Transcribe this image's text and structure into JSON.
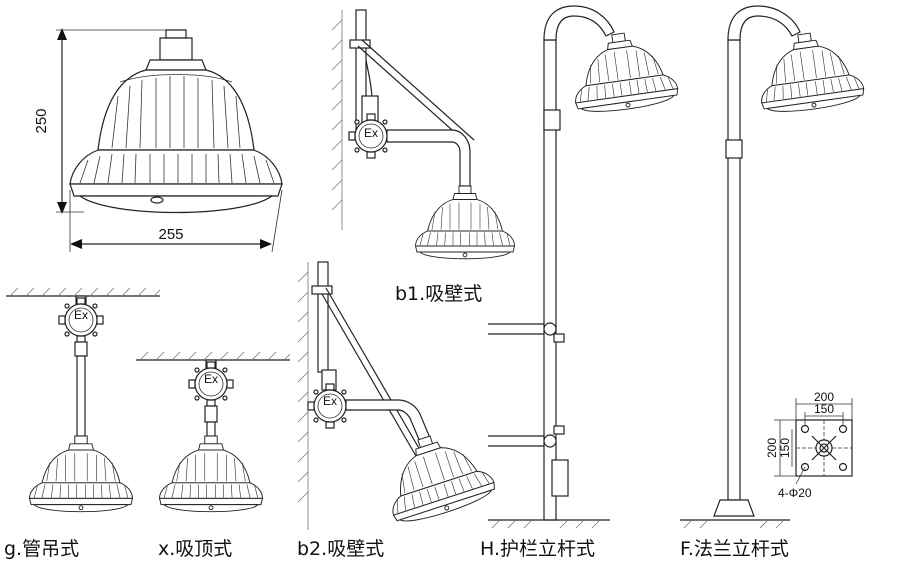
{
  "dimensions": {
    "height": "250",
    "width": "255"
  },
  "captions": {
    "b1": "b1.吸壁式",
    "g": "g.管吊式",
    "x": "x.吸顶式",
    "b2": "b2.吸壁式",
    "h": "H.护栏立杆式",
    "f": "F.法兰立杆式"
  },
  "flange": {
    "outer": "200",
    "inner": "150",
    "side_outer": "200",
    "side_inner": "150",
    "holes": "4-Φ20"
  },
  "box_marks": {
    "ex": "Ex"
  }
}
